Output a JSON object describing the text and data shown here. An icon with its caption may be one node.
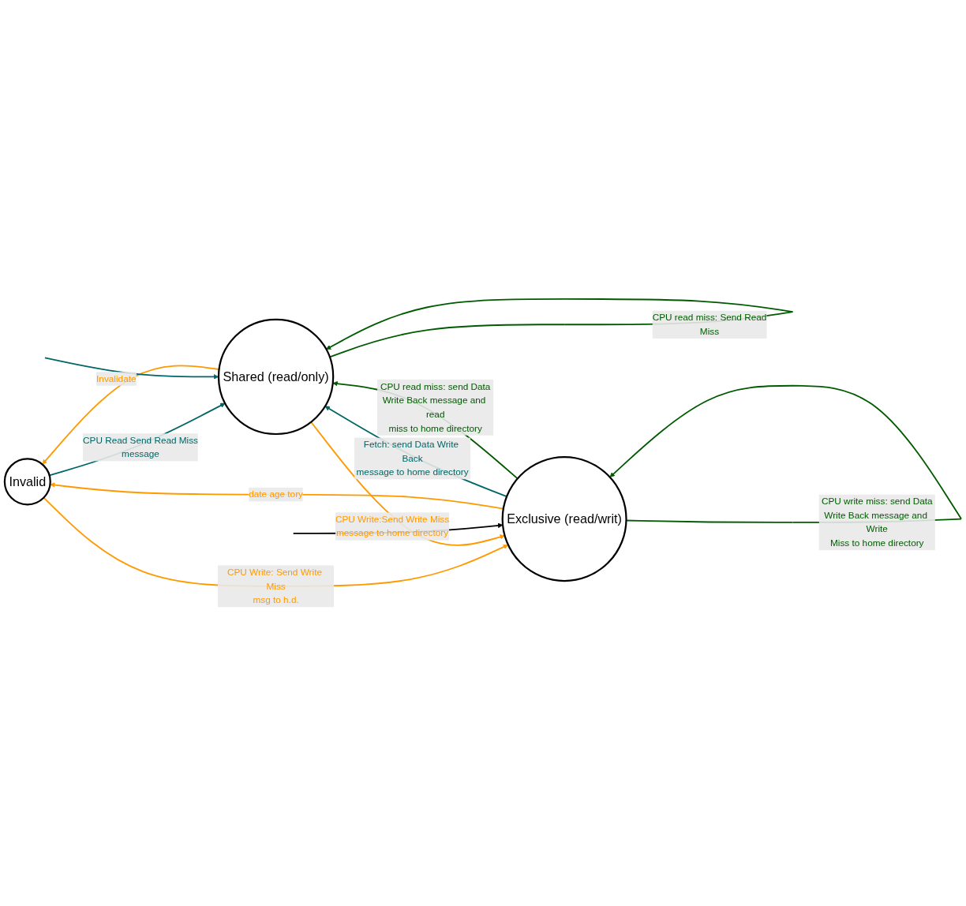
{
  "diagram": {
    "nodes": [
      {
        "text": [
          "Invalid"
        ]
      },
      {
        "text": [
          "Shared (read/only)"
        ]
      },
      {
        "text": [
          "Exclusive (read/writ)"
        ]
      }
    ],
    "edges": [
      {
        "from": 1,
        "to": 0,
        "arrow": "to",
        "label": "Invalidate",
        "color": "#ff9900"
      },
      {
        "from": 0,
        "to": 1,
        "arrow": "to",
        "label": "CPU Read Send Read Miss message",
        "color": "#006666"
      },
      {
        "from": 0,
        "to": 2,
        "arrow": "to",
        "label": "CPU Write: Send Write Miss msg to h.d.",
        "color": "#ff9900"
      },
      {
        "from": 2,
        "to": 0,
        "arrow": "to",
        "label": "date age tory",
        "color": "#ff9900"
      },
      {
        "from": 1,
        "to": 2,
        "arrow": "to",
        "label": "CPU Write:Send Write Miss message to home directory",
        "color": "#ff9900"
      },
      {
        "from": 2,
        "to": 1,
        "arrow": "to",
        "label": "Fetch: send Data Write Back message to home directory",
        "color": "#006666"
      },
      {
        "from": 2,
        "to": 1,
        "arrow": "to",
        "label": "CPU read miss: send Data Write Back message and read miss to home directory",
        "color": "#005a00"
      },
      {
        "from": 1,
        "to": 1,
        "arrow": "to",
        "label": "CPU read miss: Send Read Miss",
        "color": "#005a00"
      },
      {
        "from": 2,
        "to": 2,
        "arrow": "to",
        "label": "CPU write miss: send Data Write Back message and Write Miss to home directory",
        "color": "#005a00"
      },
      {
        "from": null,
        "to": 1,
        "arrow": "to",
        "color": "#006666"
      },
      {
        "from": null,
        "to": 2,
        "arrow": "to",
        "color": "#000000"
      }
    ]
  }
}
